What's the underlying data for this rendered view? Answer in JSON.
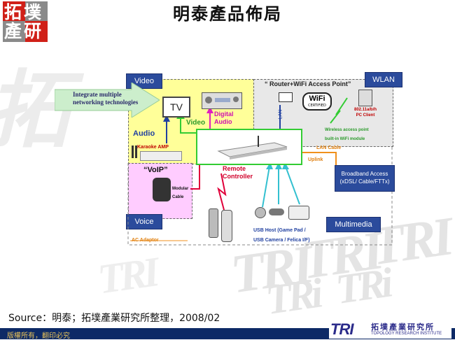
{
  "header": {
    "logo_text": "拓墣產研",
    "title": "明泰產品佈局"
  },
  "diagram": {
    "zones": {
      "video": "Video",
      "wlan": "WLAN",
      "voice": "Voice",
      "multimedia": "Multimedia"
    },
    "callout": [
      "Integrate multiple",
      "networking technologies"
    ],
    "labels": {
      "tv": "TV",
      "digital_audio": [
        "Digital",
        "Audio"
      ],
      "video_link": "Video",
      "audio": "Audio",
      "karaoke_amp": "Karaoke AMP",
      "router_title": "“ Router+WiFi Access Point”",
      "wifi_logo": "WiFi",
      "wifi_certified": "CERTIFIED",
      "pc_client": [
        "802.11a/b/h",
        "PC Client"
      ],
      "lan_vertical": "LAN",
      "wireless_ap": [
        "Wireless access point",
        "built-in WiFi module"
      ],
      "lan_cable": "LAN  Cable",
      "uplink": "Uplink",
      "broadband": [
        "Broadband Access",
        "(xDSL/ Cable/FTTx)"
      ],
      "voip": "“VoIP”",
      "modular_cable": [
        "Modular",
        "Cable"
      ],
      "remote_controller": [
        "Remote",
        "Controller"
      ],
      "usb_host": "USB Host  (Game Pad /",
      "usb_camera": "USB Camera   / Felica I/F)",
      "ac_adaptor": "AC Adaptor"
    }
  },
  "source_note": "Source：明泰；拓墣產業研究所整理，2008/02",
  "footer": {
    "copyright": "版權所有，翻印必究",
    "brand_name": "拓墣產業研究所",
    "brand_sub": "TOPOLOGY RESEARCH INSTITUTE",
    "brand_logo": "TRI"
  },
  "colors": {
    "video_zone": "#ffff99",
    "voice_zone": "#ffccff",
    "tag_blue": "#2b4b9c",
    "link_red": "#e0003a",
    "link_green": "#33cc33",
    "link_cyan": "#33c0d0",
    "link_orange": "#f0901c",
    "footer_bar": "#0d2a66",
    "copyright_text": "#e8c25a"
  }
}
